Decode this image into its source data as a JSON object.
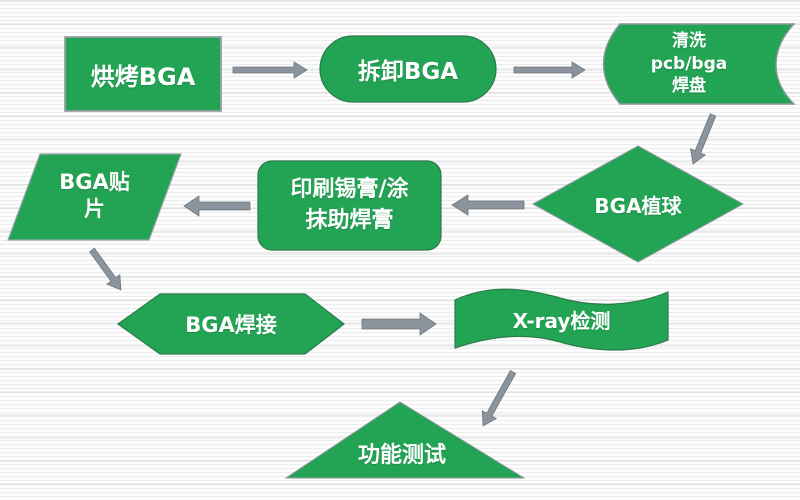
{
  "flowchart": {
    "nodes": [
      {
        "id": "bake",
        "shape": "rectangle",
        "label": "烘烤BGA"
      },
      {
        "id": "remove",
        "shape": "stadium",
        "label": "拆卸BGA"
      },
      {
        "id": "clean",
        "shape": "stored-data",
        "label": "清洗\npcb/bga\n焊盘"
      },
      {
        "id": "ball",
        "shape": "diamond",
        "label": "BGA植球"
      },
      {
        "id": "paste",
        "shape": "rounded-rectangle",
        "label": "印刷锡膏/涂\n抹助焊膏"
      },
      {
        "id": "place",
        "shape": "parallelogram",
        "label": "BGA贴\n片"
      },
      {
        "id": "solder",
        "shape": "hexagon",
        "label": "BGA焊接"
      },
      {
        "id": "xray",
        "shape": "punched-tape",
        "label": "X-ray检测"
      },
      {
        "id": "test",
        "shape": "triangle",
        "label": "功能测试"
      }
    ],
    "connections": [
      {
        "from": "bake",
        "to": "remove"
      },
      {
        "from": "remove",
        "to": "clean"
      },
      {
        "from": "clean",
        "to": "ball"
      },
      {
        "from": "ball",
        "to": "paste"
      },
      {
        "from": "paste",
        "to": "place"
      },
      {
        "from": "place",
        "to": "solder"
      },
      {
        "from": "solder",
        "to": "xray"
      },
      {
        "from": "xray",
        "to": "test"
      }
    ],
    "colors": {
      "node_fill": "#23a455",
      "node_text": "#ffffff",
      "arrow": "#8b939c",
      "rect_border": "#99a1a6",
      "background": "#fdfdfd",
      "stripe": "#e9eaeb"
    }
  }
}
